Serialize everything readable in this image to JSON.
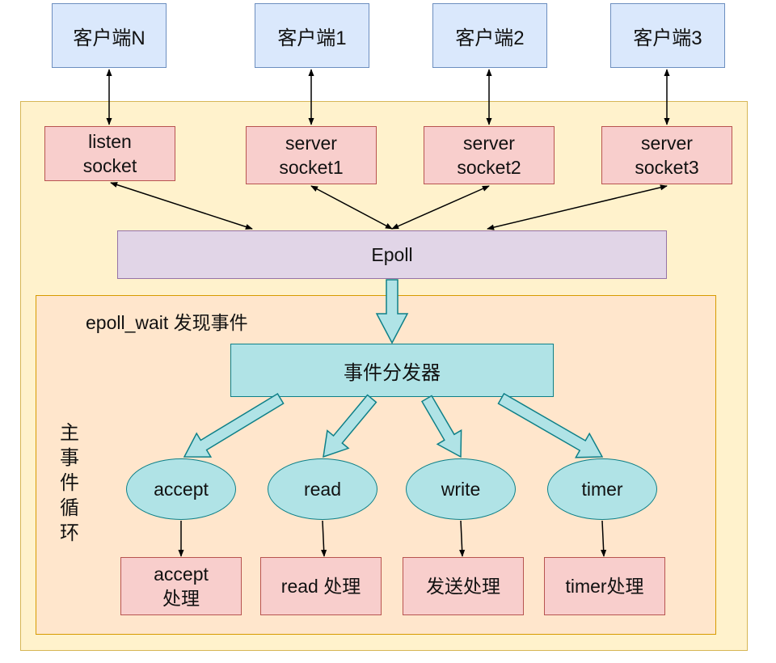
{
  "clients": [
    {
      "id": "n",
      "label": "客户端N"
    },
    {
      "id": "1",
      "label": "客户端1"
    },
    {
      "id": "2",
      "label": "客户端2"
    },
    {
      "id": "3",
      "label": "客户端3"
    }
  ],
  "sockets": [
    {
      "id": "listen",
      "label": "listen\nsocket"
    },
    {
      "id": "server1",
      "label": "server\nsocket1"
    },
    {
      "id": "server2",
      "label": "server\nsocket2"
    },
    {
      "id": "server3",
      "label": "server\nsocket3"
    }
  ],
  "epoll": {
    "label": "Epoll"
  },
  "loop": {
    "title": "epoll_wait 发现事件",
    "side_label": "主事件循环"
  },
  "dispatcher": {
    "label": "事件分发器"
  },
  "events": [
    {
      "id": "accept",
      "label": "accept"
    },
    {
      "id": "read",
      "label": "read"
    },
    {
      "id": "write",
      "label": "write"
    },
    {
      "id": "timer",
      "label": "timer"
    }
  ],
  "handlers": [
    {
      "id": "accept",
      "label": "accept\n处理"
    },
    {
      "id": "read",
      "label": "read 处理"
    },
    {
      "id": "write",
      "label": "发送处理"
    },
    {
      "id": "timer",
      "label": "timer处理"
    }
  ],
  "colors": {
    "client_fill": "#dae8fc",
    "socket_fill": "#f8cecc",
    "outer_fill": "#fff2cc",
    "inner_fill": "#ffe6cc",
    "epoll_fill": "#e1d5e7",
    "teal_fill": "#b0e3e6",
    "teal_stroke": "#0e8088"
  }
}
